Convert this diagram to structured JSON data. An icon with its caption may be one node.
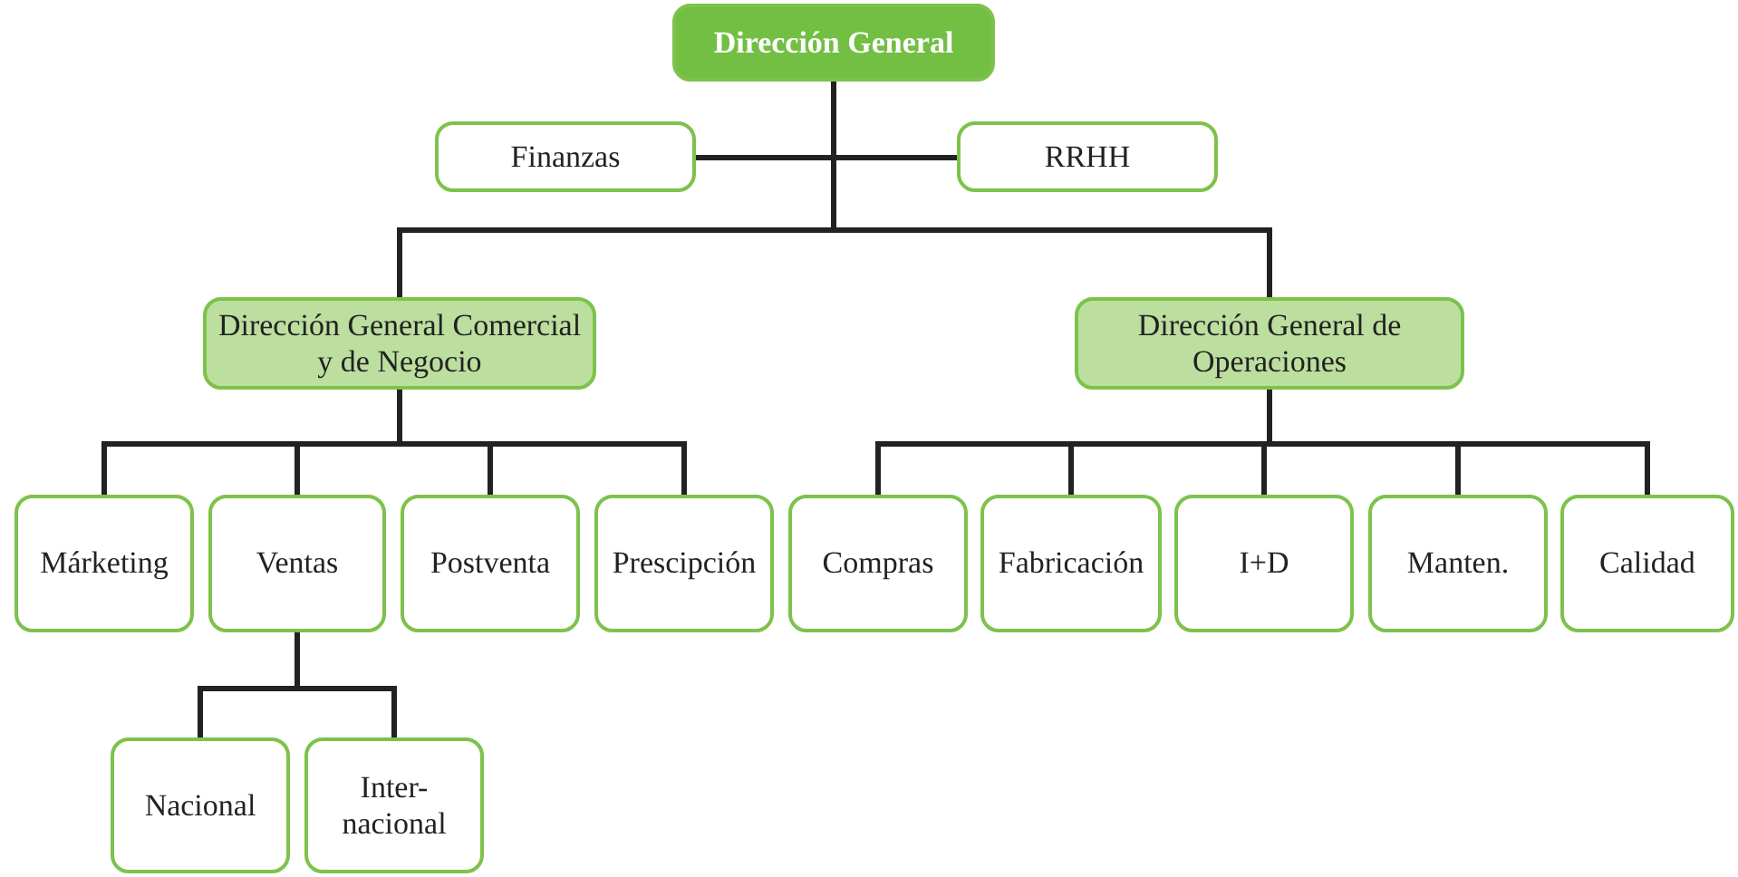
{
  "diagram": {
    "nodes": [
      {
        "text": [
          "Dirección General"
        ]
      },
      {
        "text": [
          "Finanzas"
        ]
      },
      {
        "text": [
          "RRHH"
        ]
      },
      {
        "text": [
          "Dirección General Comercial y de Negocio"
        ]
      },
      {
        "text": [
          "Dirección General de Operaciones"
        ]
      },
      {
        "text": [
          "Márketing"
        ]
      },
      {
        "text": [
          "Ventas"
        ]
      },
      {
        "text": [
          "Postventa"
        ]
      },
      {
        "text": [
          "Prescipción"
        ]
      },
      {
        "text": [
          "Compras"
        ]
      },
      {
        "text": [
          "Fabricación"
        ]
      },
      {
        "text": [
          "I+D"
        ]
      },
      {
        "text": [
          "Manten."
        ]
      },
      {
        "text": [
          "Calidad"
        ]
      },
      {
        "text": [
          "Nacional"
        ]
      },
      {
        "text": [
          "Inter- nacional"
        ]
      }
    ],
    "edges": [
      {
        "from": 0,
        "to": 1,
        "arrow": "none"
      },
      {
        "from": 0,
        "to": 2,
        "arrow": "none"
      },
      {
        "from": 0,
        "to": 3,
        "arrow": "none"
      },
      {
        "from": 0,
        "to": 4,
        "arrow": "none"
      },
      {
        "from": 3,
        "to": 5,
        "arrow": "none"
      },
      {
        "from": 3,
        "to": 6,
        "arrow": "none"
      },
      {
        "from": 3,
        "to": 7,
        "arrow": "none"
      },
      {
        "from": 3,
        "to": 8,
        "arrow": "none"
      },
      {
        "from": 4,
        "to": 9,
        "arrow": "none"
      },
      {
        "from": 4,
        "to": 10,
        "arrow": "none"
      },
      {
        "from": 4,
        "to": 11,
        "arrow": "none"
      },
      {
        "from": 4,
        "to": 12,
        "arrow": "none"
      },
      {
        "from": 4,
        "to": 13,
        "arrow": "none"
      },
      {
        "from": 6,
        "to": 14,
        "arrow": "none"
      },
      {
        "from": 6,
        "to": 15,
        "arrow": "none"
      }
    ]
  }
}
